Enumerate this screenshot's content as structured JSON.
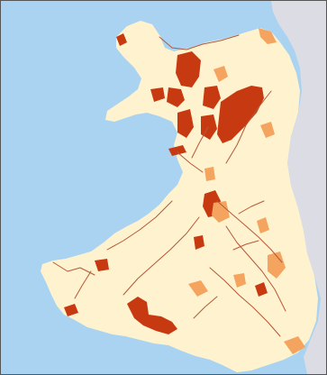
{
  "map": {
    "colors": {
      "sea": "#aad3f1",
      "england_land": "#dcdce4",
      "wales_land": "#fff3cf",
      "high_category": "#c73a11",
      "medium_category": "#f4a45e",
      "rivers": "#b5583a",
      "frame": "#555555"
    },
    "features": [
      "sea",
      "england",
      "wales",
      "snowdonia-high-areas",
      "mid-wales-high-areas",
      "south-wales-medium-areas",
      "estuaries",
      "river-network"
    ]
  }
}
